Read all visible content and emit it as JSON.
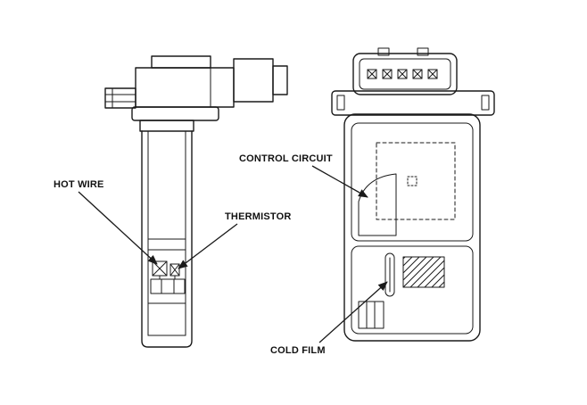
{
  "diagram": {
    "labels": {
      "hot_wire": "HOT WIRE",
      "thermistor": "THERMISTOR",
      "control_circuit": "CONTROL CIRCUIT",
      "cold_film": "COLD FILM"
    },
    "colors": {
      "line": "#1a1a1a",
      "background": "#ffffff"
    }
  }
}
